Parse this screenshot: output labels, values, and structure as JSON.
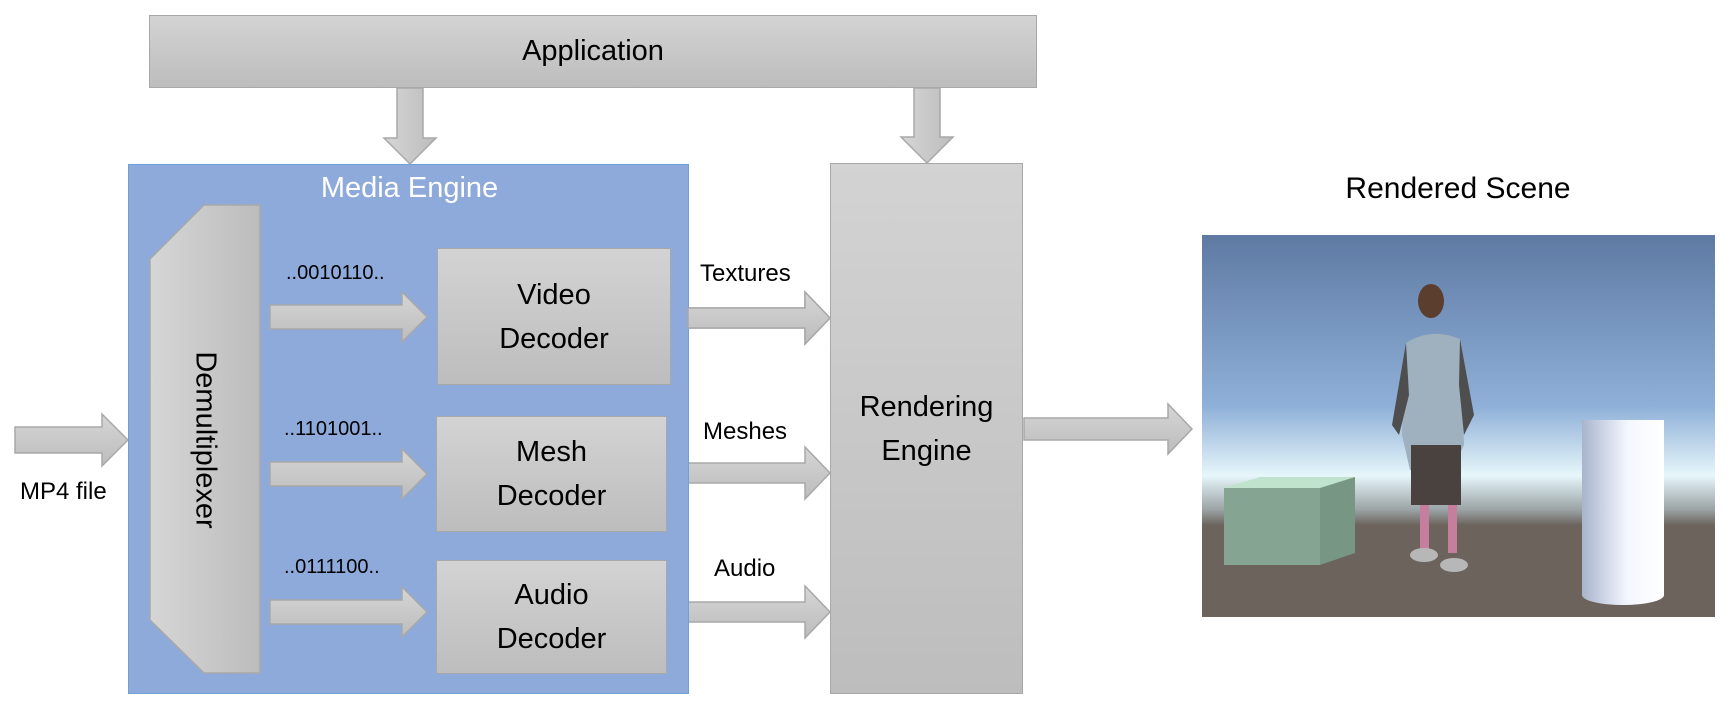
{
  "diagram": {
    "application": {
      "label": "Application"
    },
    "media_engine": {
      "label": "Media Engine",
      "color": "#8eaadb"
    },
    "demultiplexer": {
      "label": "Demultiplexer"
    },
    "input": {
      "label": "MP4 file"
    },
    "decoders": [
      {
        "id": "video",
        "line1": "Video",
        "line2": "Decoder",
        "bitstream": "..0010110..",
        "output": "Textures"
      },
      {
        "id": "mesh",
        "line1": "Mesh",
        "line2": "Decoder",
        "bitstream": "..1101001..",
        "output": "Meshes"
      },
      {
        "id": "audio",
        "line1": "Audio",
        "line2": "Decoder",
        "bitstream": "..0111100..",
        "output": "Audio"
      }
    ],
    "rendering_engine": {
      "line1": "Rendering",
      "line2": "Engine"
    },
    "rendered_scene": {
      "title": "Rendered Scene"
    }
  }
}
